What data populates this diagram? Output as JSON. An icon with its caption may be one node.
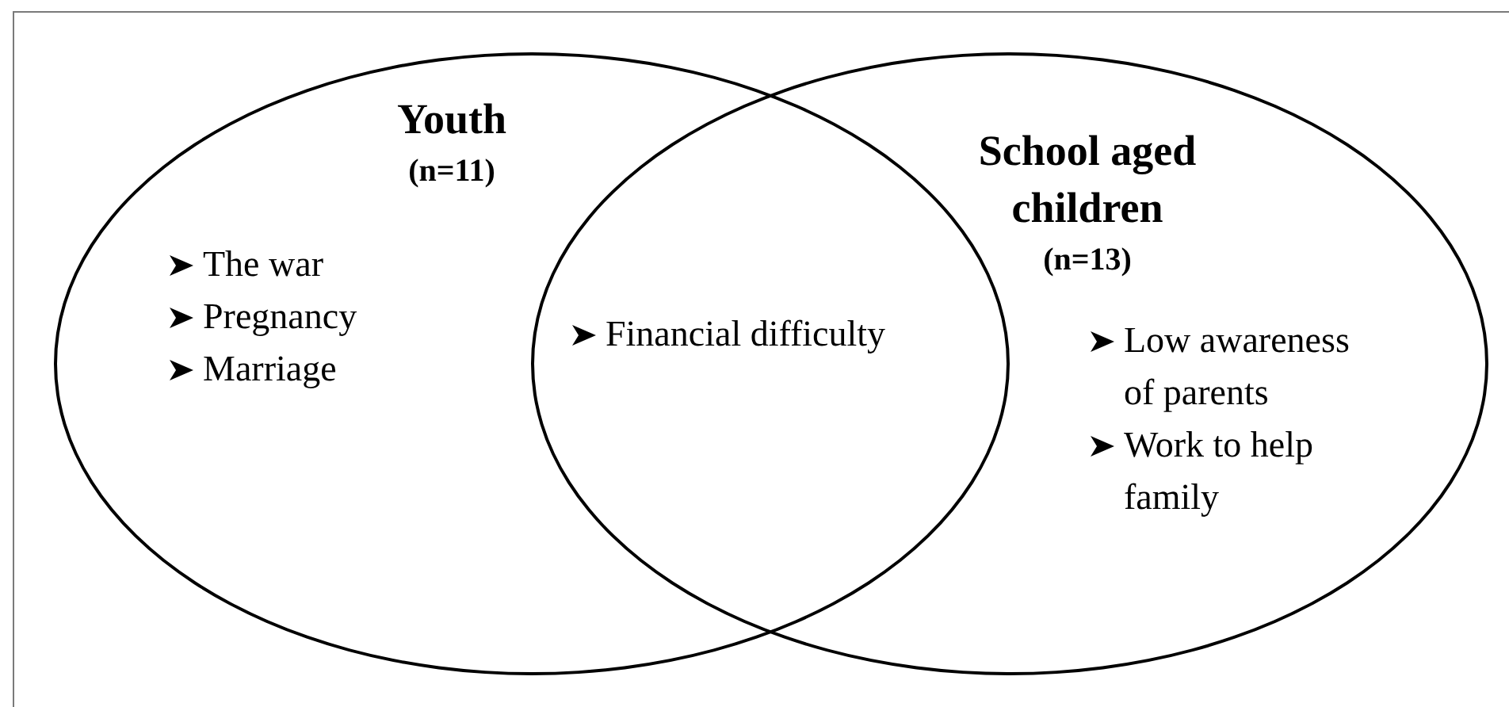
{
  "diagram": {
    "nodes": [
      {
        "text": [
          "Youth",
          "(n=11)",
          "The war",
          "Pregnancy",
          "Marriage"
        ]
      },
      {
        "text": [
          "School aged children",
          "(n=13)",
          "Low awareness of parents",
          "Work to help family"
        ]
      }
    ],
    "labels": [
      "Financial difficulty"
    ]
  }
}
